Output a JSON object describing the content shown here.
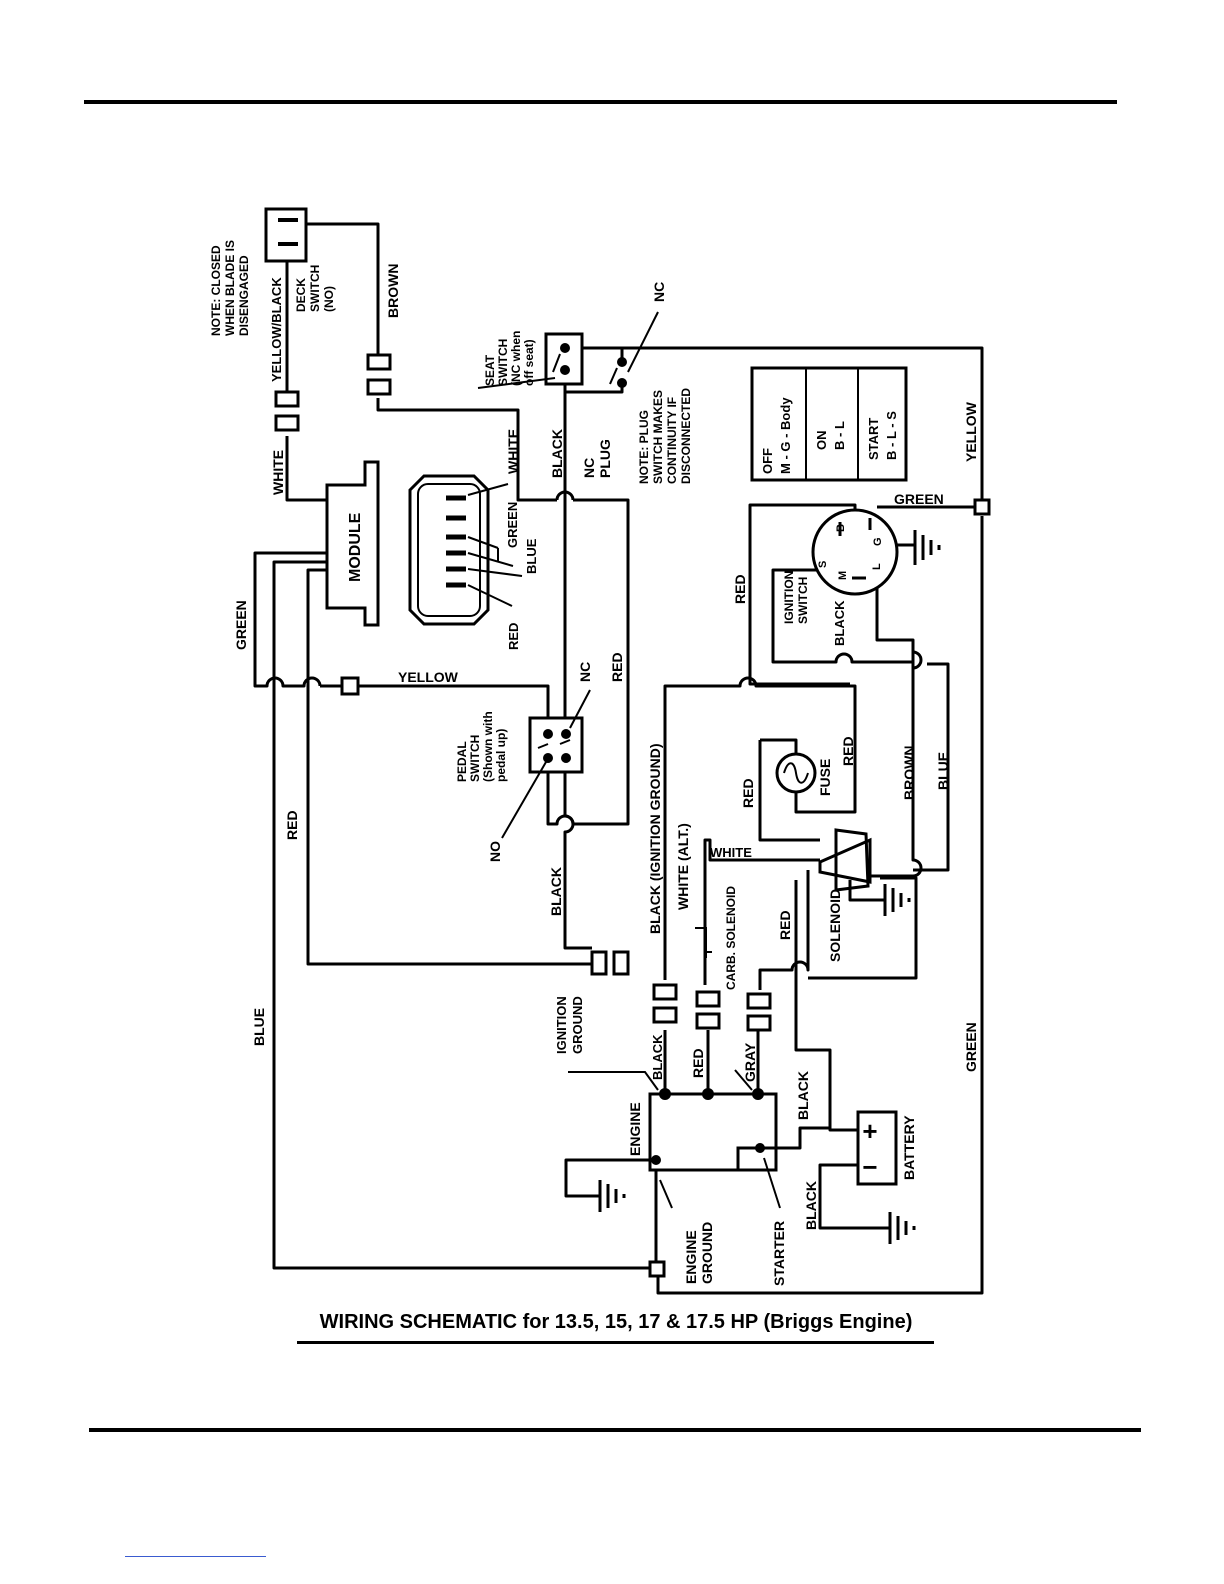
{
  "caption": "WIRING SCHEMATIC for 13.5, 15, 17 & 17.5 HP (Briggs Engine)",
  "labels": {
    "note_closed": [
      "NOTE: CLOSED",
      "WHEN BLADE IS",
      "DISENGAGED"
    ],
    "deck_switch": [
      "DECK",
      "SWITCH",
      "(NO)"
    ],
    "yellow_black": "YELLOW/BLACK",
    "brown_top": "BROWN",
    "white_left": "WHITE",
    "seat_switch": [
      "SEAT",
      "SWITCH",
      "(NC when",
      "off seat)"
    ],
    "nc_top": "NC",
    "plug_note": [
      "NOTE: PLUG",
      "SWITCH MAKES",
      "CONTINUITY IF",
      "DISCONNECTED"
    ],
    "nc_plug": [
      "NC",
      "PLUG"
    ],
    "black_top": "BLACK",
    "module": "MODULE",
    "conn_white": "WHITE",
    "conn_green": "GREEN",
    "conn_blue": "BLUE",
    "conn_red": "RED",
    "green_left": "GREEN",
    "yellow_mid": "YELLOW",
    "red_left": "RED",
    "blue_left": "BLUE",
    "pedal_switch": [
      "PEDAL",
      "SWITCH",
      "(Shown with",
      "pedal up)"
    ],
    "nc_pedal": "NC",
    "no_pedal": "NO",
    "red_pedal": "RED",
    "black_mid": "BLACK",
    "black_ign": "BLACK (IGNITION GROUND)",
    "white_alt": "WHITE (ALT.)",
    "white_sol": "WHITE",
    "carb_solenoid": "CARB. SOLENOID",
    "ignition_ground": [
      "IGNITION",
      "GROUND"
    ],
    "black_eng": "BLACK",
    "red_eng": "RED",
    "gray_eng": "GRAY",
    "engine": "ENGINE",
    "engine_ground": [
      "ENGINE",
      "GROUND"
    ],
    "starter": "STARTER",
    "black_bat": "BLACK",
    "black_bat2": "BLACK",
    "battery": "BATTERY",
    "battery_plus": "+",
    "battery_minus": "−",
    "red_sol": "RED",
    "solenoid": "SOLENOID",
    "red_fuse_l": "RED",
    "red_fuse_r": "RED",
    "fuse": "FUSE",
    "brown_right": "BROWN",
    "blue_right": "BLUE",
    "red_ign": "RED",
    "ignition_switch": [
      "IGNITION",
      "SWITCH"
    ],
    "black_ign_sw": "BLACK",
    "green_right": "GREEN",
    "yellow_right": "YELLOW",
    "green_far": "GREEN",
    "term_b": "B",
    "term_g": "G",
    "term_s": "S",
    "term_m": "M",
    "term_l": "L",
    "table_off": [
      "OFF",
      "M - G - Body"
    ],
    "table_on": [
      "ON",
      "B - L"
    ],
    "table_start": [
      "START",
      "B - L - S"
    ]
  }
}
